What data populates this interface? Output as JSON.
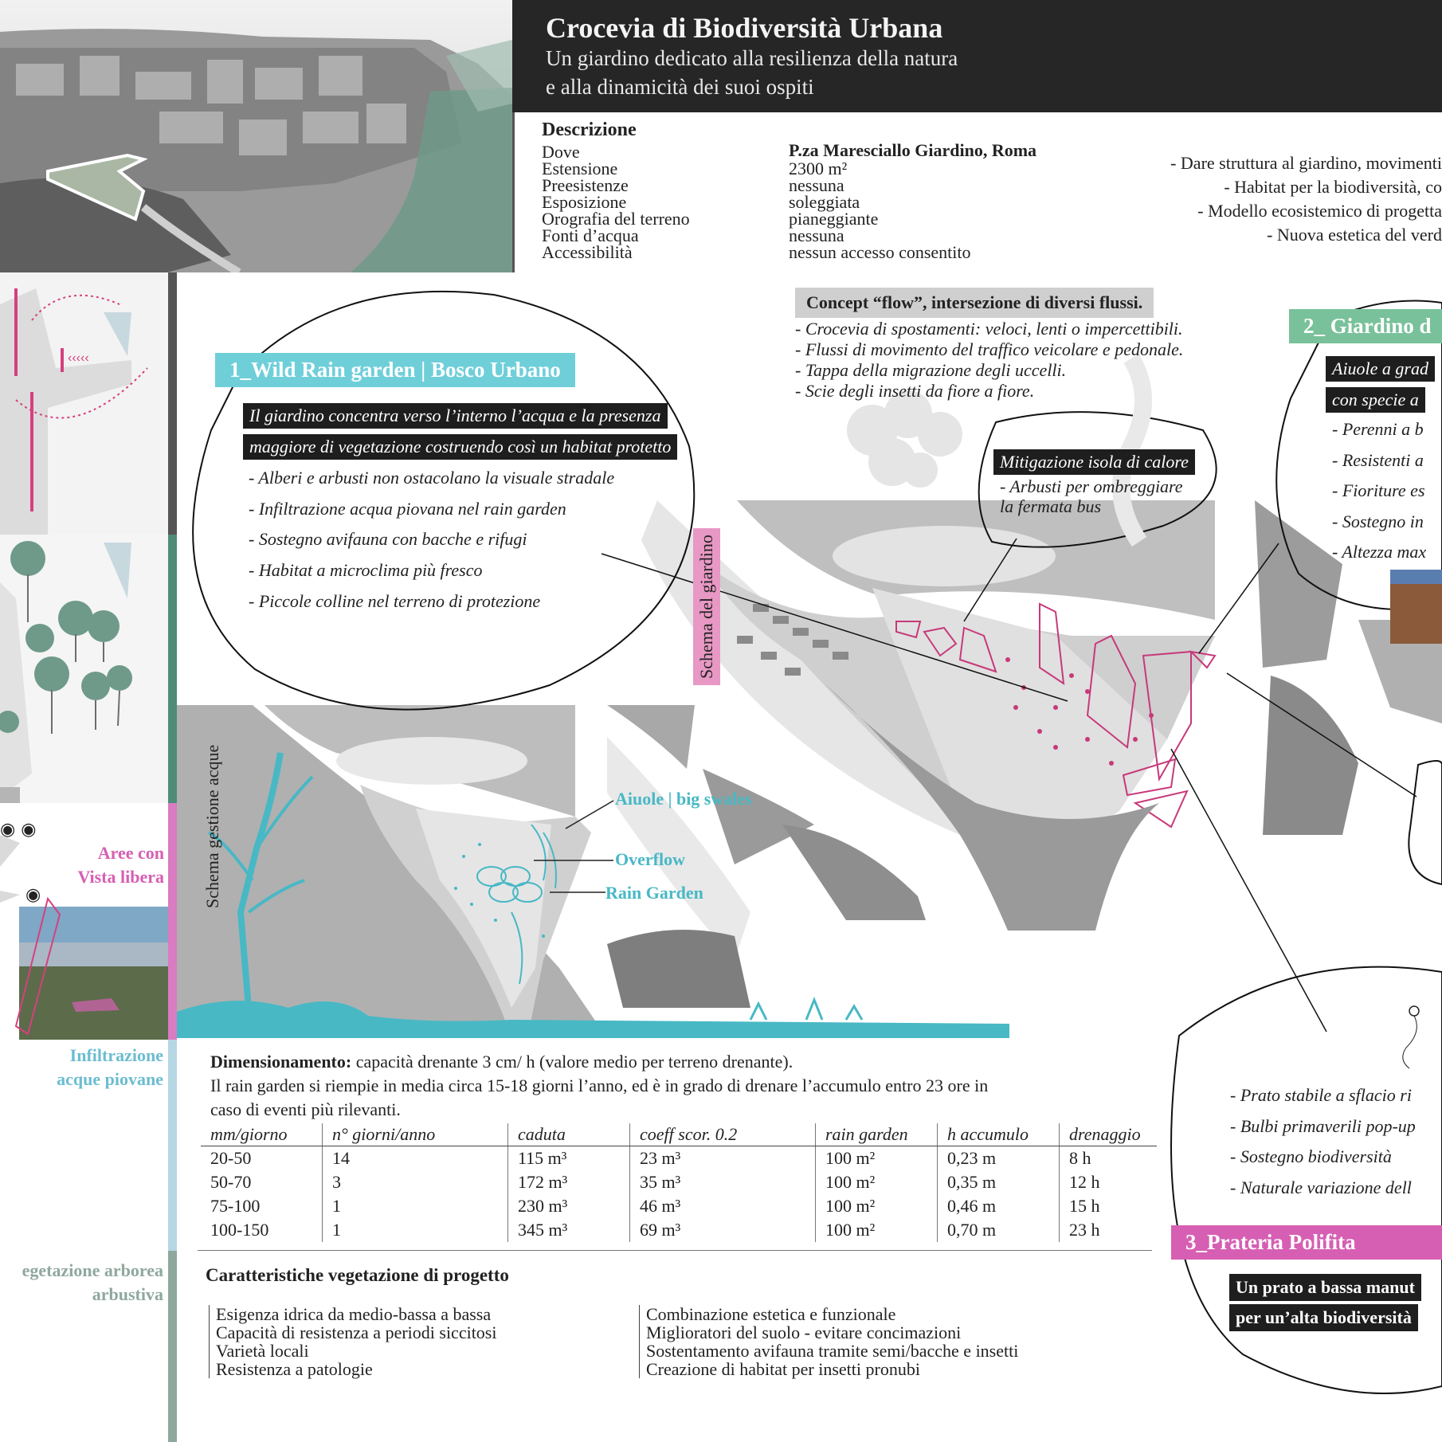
{
  "header": {
    "title": "Crocevia di Biodiversità Urbana",
    "subtitle_line1": "Un giardino dedicato alla resilienza della natura",
    "subtitle_line2": "e alla dinamicità dei suoi ospiti"
  },
  "description": {
    "title": "Descrizione",
    "rows": [
      {
        "label": "Dove",
        "value": "P.za Maresciallo Giardino, Roma"
      },
      {
        "label": "Estensione",
        "value": "2300 m²"
      },
      {
        "label": "Preesistenze",
        "value": "nessuna"
      },
      {
        "label": "Esposizione",
        "value": "soleggiata"
      },
      {
        "label": "Orografia del terreno",
        "value": "pianeggiante"
      },
      {
        "label": "Fonti d’acqua",
        "value": "nessuna"
      },
      {
        "label": "Accessibilità",
        "value": "nessun accesso consentito"
      }
    ],
    "objectives": [
      "- Dare struttura al giardino, movimenti",
      "- Habitat per la biodiversità, co",
      "- Modello ecosistemico di progetta",
      "- Nuova estetica del verd"
    ]
  },
  "concept": {
    "title": "Concept “flow”, intersezione di diversi flussi.",
    "bullets": [
      "- Crocevia di spostamenti: veloci, lenti o impercettibili.",
      "- Flussi di movimento del traffico veicolare e pedonale.",
      "- Tappa della migrazione degli uccelli.",
      "- Scie degli insetti da fiore a fiore."
    ]
  },
  "wild_rain": {
    "tag": "1_Wild Rain garden | Bosco Urbano",
    "intro_line1": "Il giardino concentra verso l’interno l’acqua e la presenza",
    "intro_line2": "maggiore di vegetazione costruendo così  un habitat protetto",
    "bullets": [
      "- Alberi e arbusti non ostacolano la visuale stradale",
      "- Infiltrazione acqua piovana nel rain garden",
      "- Sostegno avifauna con bacche e rifugi",
      "- Habitat a microclima più fresco",
      "- Piccole colline nel terreno di protezione"
    ]
  },
  "mitigation": {
    "title": "Mitigazione isola di calore",
    "line1": "- Arbusti per ombreggiare",
    "line2": "la fermata bus"
  },
  "garden2": {
    "tag": "2_ Giardino d",
    "box_line1": "Aiuole a grad",
    "box_line2": "con specie a",
    "bullets": [
      "- Perenni a b",
      "- Resistenti a",
      "- Fioriture es",
      "- Sostegno in",
      "- Altezza max"
    ]
  },
  "schema_labels": {
    "garden": "Schema del giardino",
    "water": "Schema gestione acque"
  },
  "water_labels": {
    "swales": "Aiuole | big swales",
    "overflow": "Overflow",
    "rain_garden": "Rain Garden"
  },
  "side_labels": {
    "view_line1": "Aree con",
    "view_line2": "Vista libera",
    "infiltration_line1": "Infiltrazione",
    "infiltration_line2": "acque piovane",
    "veg_line1": "egetazione arborea",
    "veg_line2": "arbustiva"
  },
  "dimensioning": {
    "label": "Dimensionamento:",
    "text1": " capacità drenante 3 cm/ h (valore medio per terreno drenante).",
    "text2": "Il rain garden si riempie in media circa 15-18 giorni l’anno, ed è in grado di drenare l’accumulo entro 23 ore in",
    "text3": "caso di eventi più rilevanti."
  },
  "rain_table": {
    "headers": [
      "mm/giorno",
      "n° giorni/anno",
      "caduta",
      "coeff scor. 0.2",
      "rain garden",
      "h accumulo",
      "drenaggio"
    ],
    "rows": [
      [
        "20-50",
        "14",
        "115 m³",
        "23 m³",
        "100 m²",
        "0,23 m",
        "8 h"
      ],
      [
        "50-70",
        "3",
        "172 m³",
        "35 m³",
        "100 m²",
        "0,35 m",
        "12 h"
      ],
      [
        "75-100",
        "1",
        "230 m³",
        "46 m³",
        "100 m²",
        "0,46 m",
        "15 h"
      ],
      [
        "100-150",
        "1",
        "345 m³",
        "69 m³",
        "100 m²",
        "0,70 m",
        "23 h"
      ]
    ]
  },
  "vegetation": {
    "title": "Caratteristiche vegetazione di progetto",
    "col1": [
      "Esigenza idrica da medio-bassa a bassa",
      "Capacità di resistenza a periodi siccitosi",
      "Varietà locali",
      "Resistenza a patologie"
    ],
    "col2": [
      "Combinazione estetica e funzionale",
      "Miglioratori del suolo - evitare concimazioni",
      "Sostentamento avifauna tramite semi/bacche e insetti",
      "Creazione di habitat per insetti pronubi"
    ]
  },
  "prairie": {
    "bullets": [
      "- Prato stabile a sflacio ri",
      "- Bulbi primaverili pop-up",
      "- Sostegno biodiversità",
      "- Naturale variazione dell"
    ],
    "tag": "3_Prateria Polifita",
    "box_line1": "Un prato a bassa manut",
    "box_line2": "per un’alta biodiversità"
  },
  "colors": {
    "dark_band": "#262626",
    "cyan": "#6fcfd9",
    "pink": "#d65fb3",
    "green": "#79c19a",
    "teal": "#48b8c5",
    "strip_green": "#4f8c78",
    "strip_pink": "#d97cc1",
    "strip_lightblue": "#b5d7e3",
    "strip_grey": "#555555"
  }
}
